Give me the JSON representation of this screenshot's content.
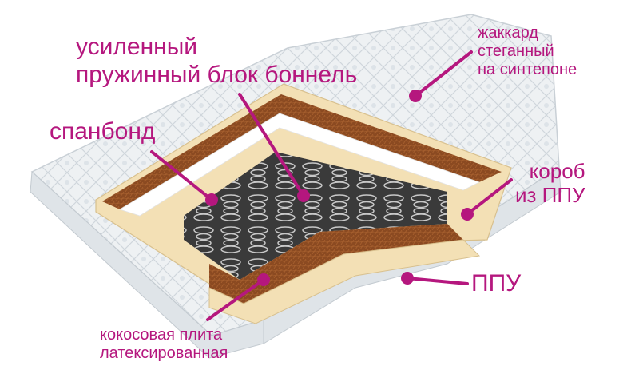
{
  "labels": {
    "spring_block": [
      "усиленный",
      "пружинный блок боннель"
    ],
    "jacquard": [
      "жаккард",
      "стеганный",
      "на синтепоне"
    ],
    "spunbond": [
      "спанбонд"
    ],
    "pu_box": [
      "короб",
      "из ППУ"
    ],
    "ppu": [
      "ППУ"
    ],
    "coconut": [
      "кокосовая плита",
      "латексированная"
    ]
  },
  "colors": {
    "accent": "#b5177e",
    "quilt": "#e9edf0",
    "foam": "#f3e0b5",
    "coconut": "#8a4a22",
    "spring": "#5a5a5a"
  }
}
